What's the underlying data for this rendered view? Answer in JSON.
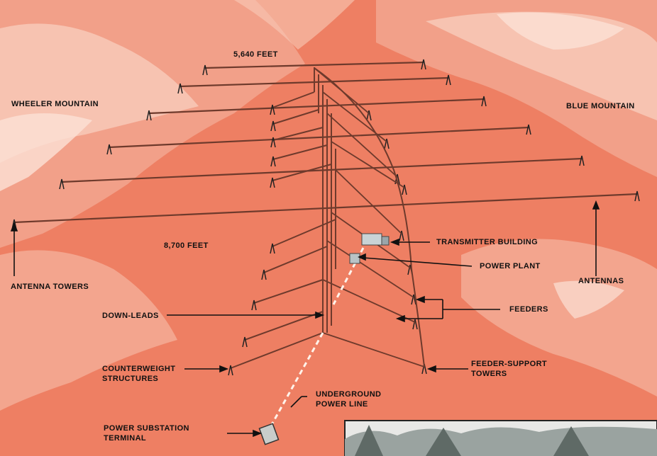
{
  "labels": {
    "top_length": "5,640 FEET",
    "bottom_length": "8,700 FEET",
    "wheeler_mountain": "WHEELER MOUNTAIN",
    "blue_mountain": "BLUE MOUNTAIN",
    "antenna_towers": "ANTENNA TOWERS",
    "down_leads": "DOWN-LEADS",
    "counterweight_structures": "COUNTERWEIGHT\nSTRUCTURES",
    "power_substation_terminal": "POWER SUBSTATION\nTERMINAL",
    "transmitter_building": "TRANSMITTER BUILDING",
    "power_plant": "POWER PLANT",
    "antennas": "ANTENNAS",
    "feeders": "FEEDERS",
    "feeder_support_towers": "FEEDER-SUPPORT\nTOWERS",
    "underground_power_line": "UNDERGROUND\nPOWER LINE"
  },
  "colors": {
    "background": "#ee7f63",
    "mountain_light": "#f6c2b2",
    "mountain_highlight": "#fbe3d8",
    "wire": "#6e3a2c",
    "text": "#111111",
    "power_line": "#fff3ea"
  }
}
